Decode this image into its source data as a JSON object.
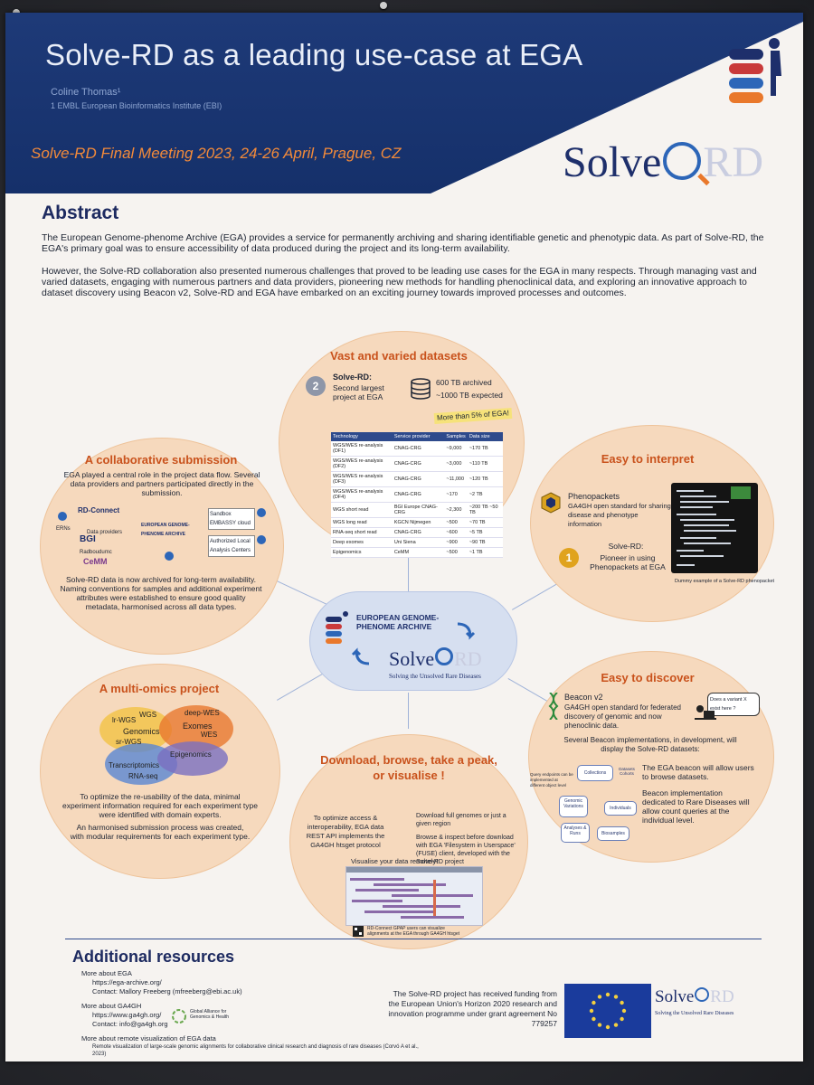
{
  "header": {
    "title": "Solve-RD as a leading use-case at EGA",
    "author": "Coline Thomas¹",
    "affiliation": "1 EMBL European Bioinformatics Institute (EBI)",
    "meeting": "Solve-RD Final Meeting 2023, 24-26 April, Prague, CZ",
    "logo_solve": "Solve",
    "logo_rd": "RD"
  },
  "abstract": {
    "heading": "Abstract",
    "p1": "The European Genome-phenome Archive (EGA) provides a service for permanently archiving and sharing identifiable genetic and phenotypic data. As part of Solve-RD, the EGA's primary goal was to ensure accessibility of data produced during the project and its long-term availability.",
    "p2": "However, the Solve-RD collaboration also presented numerous challenges that proved to be leading use cases for the EGA in many respects. Through managing vast and varied datasets, engaging with numerous partners and data providers, pioneering new methods for handling phenoclinical data, and exploring an innovative approach to dataset discovery using Beacon v2, Solve-RD and EGA have embarked on an exciting journey towards improved processes and outcomes."
  },
  "vast": {
    "title": "Vast and varied datasets",
    "solve_label": "Solve-RD:",
    "second": "Second largest project at EGA",
    "archived": "600 TB archived",
    "expected": "~1000 TB expected",
    "more": "More than 5% of EGA!",
    "table_headers": [
      "Technology",
      "Service provider",
      "Samples",
      "Data size"
    ],
    "table_rows": [
      [
        "WGS/WES re-analysis (DF1)",
        "CNAG-CRG",
        "~9,000",
        "~170 TB"
      ],
      [
        "WGS/WES re-analysis (DF2)",
        "CNAG-CRG",
        "~3,000",
        "~110 TB"
      ],
      [
        "WGS/WES re-analysis (DF3)",
        "CNAG-CRG",
        "~11,000",
        "~120 TB"
      ],
      [
        "WGS/WES re-analysis (DF4)",
        "CNAG-CRG",
        "~170",
        "~2 TB"
      ],
      [
        "WGS short read",
        "BGI Europe CNAG-CRG",
        "~2,300",
        "~200 TB ~50 TB"
      ],
      [
        "WGS long read",
        "KGCN Nijmegen",
        "~500",
        "~70 TB"
      ],
      [
        "RNA-seq short read",
        "CNAG-CRG",
        "~600",
        "~5 TB"
      ],
      [
        "Deep exomes",
        "Uni Siena",
        "~900",
        "~90 TB"
      ],
      [
        "Epigenomics",
        "CeMM",
        "~500",
        "~1 TB"
      ]
    ]
  },
  "collab": {
    "title": "A collaborative submission",
    "t1": "EGA played a central role in the project data flow. Several data providers and partners participated directly in the submission.",
    "rdconnect": "RD-Connect",
    "erns": "ERNs",
    "providers": "Data providers",
    "bgi": "BGI",
    "radboud": "Radboudumc",
    "cemm": "CeMM",
    "ega_small": "EUROPEAN GENOME-PHENOME ARCHIVE",
    "sandbox": "Sandbox EMBASSY cloud",
    "auth": "Authorized Local Analysis Centers",
    "t2": "Solve-RD data is now archived for long-term availability. Naming conventions for samples and additional experiment attributes were established to ensure good quality metadata, harmonised across all data types."
  },
  "interpret": {
    "title": "Easy to interpret",
    "pheno": "Phenopackets",
    "pheno_desc": "GA4GH open standard for sharing disease and phenotype information",
    "solve_label": "Solve-RD:",
    "pioneer": "Pioneer in using Phenopackets at EGA",
    "caption": "Dummy example of a Solve-RD phenopacket"
  },
  "center": {
    "ega": "EUROPEAN GENOME-PHENOME ARCHIVE",
    "solve": "Solve",
    "rd": "RD",
    "tagline": "Solving the Unsolved Rare Diseases"
  },
  "multi": {
    "title": "A multi-omics project",
    "labels": [
      "lr-WGS",
      "WGS",
      "deep-WES",
      "Genomics",
      "Exomes",
      "WES",
      "sr-WGS",
      "Epigenomics",
      "Transcriptomics",
      "RNA-seq"
    ],
    "t1": "To optimize the re-usability of the data, minimal experiment information required for each experiment type were identified with domain experts.",
    "t2": "An harmonised submission process was created, with modular requirements for each experiment type."
  },
  "discover": {
    "title": "Easy to discover",
    "beacon": "Beacon v2",
    "beacon_desc": "GA4GH open standard for federated discovery of genomic and now phenoclinic data.",
    "bubble": "Does a variant X exist here ?",
    "t1": "Several Beacon implementations, in development, will display the Solve-RD datasets:",
    "t2": "The EGA beacon will allow users to browse datasets.",
    "t3": "Beacon implementation dedicated to Rare Diseases will allow count queries at the individual level.",
    "query": "Query endpoints can be implemented at different object level",
    "nodes": [
      "Collections",
      "Datasets Cohorts",
      "Genomic Variations",
      "Individuals",
      "Analyses & Runs",
      "Biosamples"
    ]
  },
  "download": {
    "title": "Download, browse, take a peak, or visualise !",
    "t1": "To optimize access & interoperability, EGA data REST API implements the GA4GH htsget protocol",
    "b1": "Download full genomes or just a given region",
    "b2": "Browse & inspect before download with EGA 'Filesystem in Userspace' (FUSE) client, developed with the Solve-RD project",
    "vis": "Visualise your data remotely!",
    "caption": "RD-Connect GPAP users can visualize alignments at the EGA through GA4GH htsget"
  },
  "resources": {
    "heading": "Additional resources",
    "ega": "More about EGA",
    "ega_url": "https://ega-archive.org/",
    "ega_contact": "Contact: Mallory Freeberg (mfreeberg@ebi.ac.uk)",
    "ga4gh": "More about GA4GH",
    "ga4gh_url": "https://www.ga4gh.org/",
    "ga4gh_contact": "Contact: info@ga4gh.org",
    "ga4gh_logo": "Global Alliance for Genomics & Health",
    "remote": "More about remote visualization of EGA data",
    "remote_ref": "Remote visualization of large-scale genomic alignments for collaborative clinical research and diagnosis of rare diseases (Corvó A et al., 2023)",
    "funding": "The Solve-RD project has received funding from the European Union's Horizon 2020 research and innovation programme under grant agreement No 779257",
    "foot_solve": "Solve",
    "foot_rd": "RD",
    "foot_tag": "Solving the Unsolved Rare Diseases"
  },
  "colors": {
    "banner": "#1e3a78",
    "accent": "#e9782b",
    "circle": "#f6d9bd",
    "heading": "#1d2a60"
  }
}
